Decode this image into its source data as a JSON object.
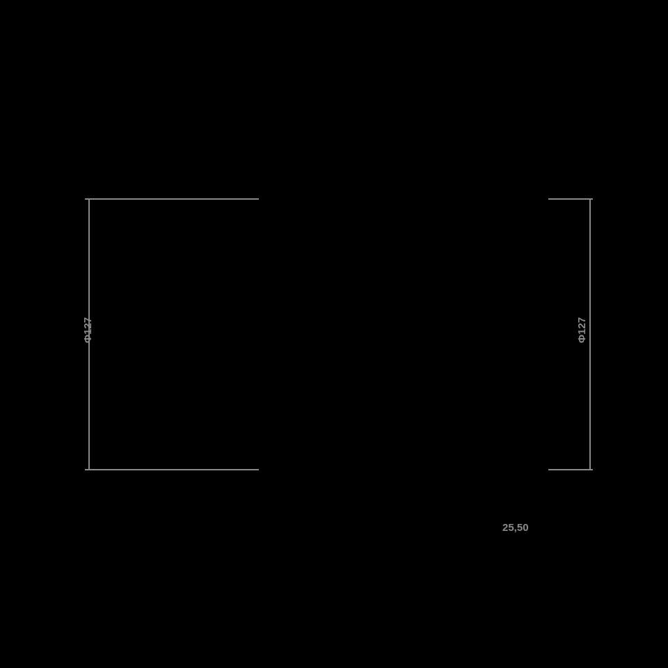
{
  "front_view": {
    "diameter_label": "Φ127"
  },
  "side_view": {
    "height_label": "Φ127",
    "depth_label": "25,50"
  },
  "colors": {
    "background": "#000000",
    "line": "#000000",
    "dim": "#8a8a8a"
  }
}
